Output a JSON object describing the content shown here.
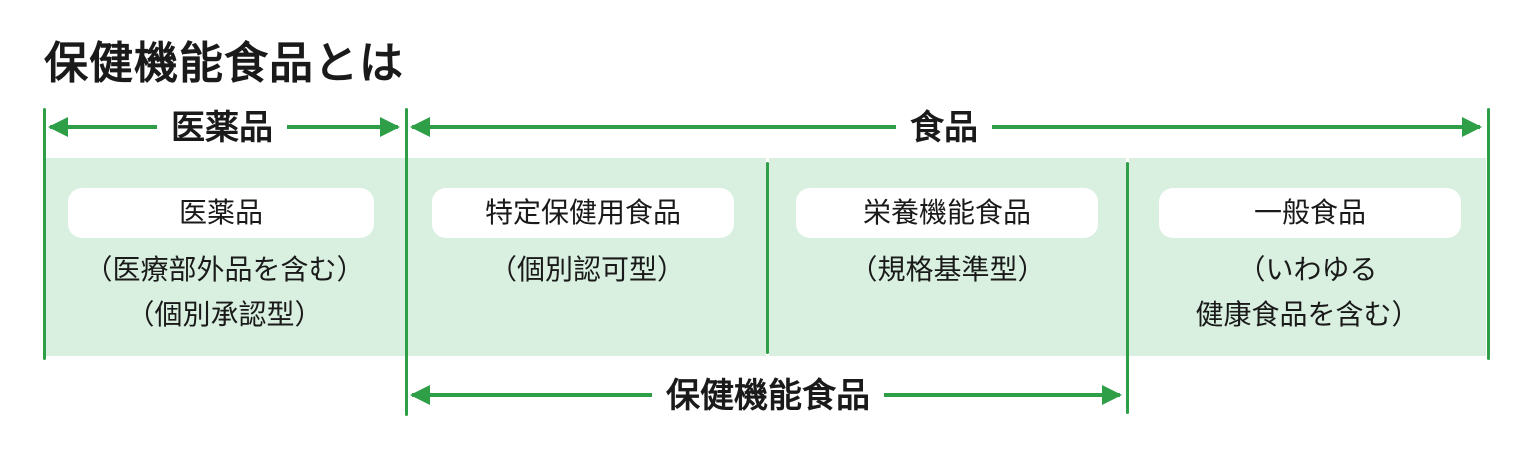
{
  "title": "保健機能食品とは",
  "colors": {
    "accent": "#2e9e47",
    "band": "#d9f0e1",
    "background": "#ffffff"
  },
  "top_labels": {
    "medicine": "医薬品",
    "food": "食品"
  },
  "bottom_label": "保健機能食品",
  "columns": [
    {
      "heading": "医薬品",
      "sub1": "（医療部外品を含む）",
      "sub2": "（個別承認型）"
    },
    {
      "heading": "特定保健用食品",
      "sub1": "（個別認可型）"
    },
    {
      "heading": "栄養機能食品",
      "sub1": "（規格基準型）"
    },
    {
      "heading": "一般食品",
      "sub1": "（いわゆる",
      "sub2": "健康食品を含む）"
    }
  ]
}
